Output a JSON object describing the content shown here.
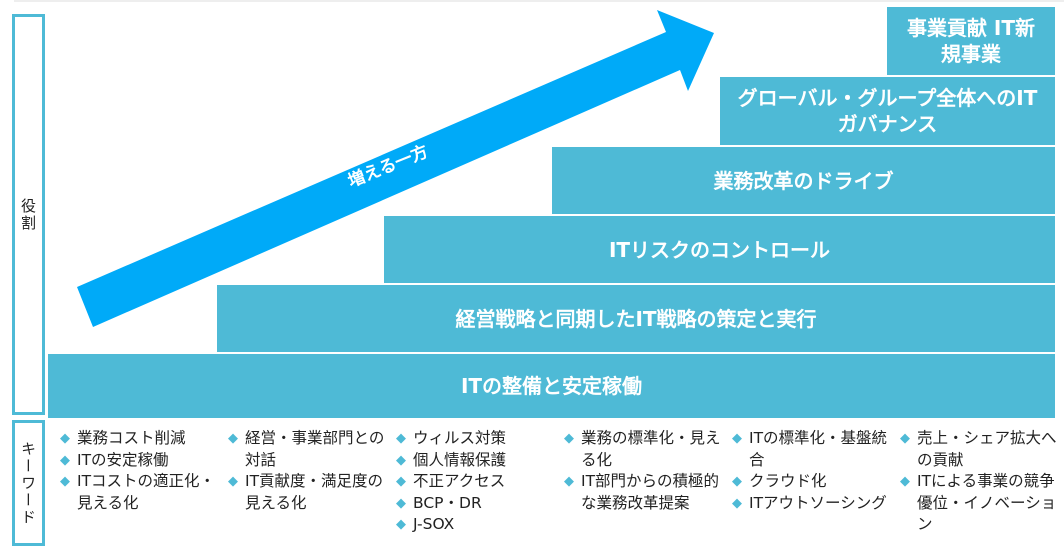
{
  "labels": {
    "role": "役割",
    "keyword": "キーワード"
  },
  "arrow": {
    "label": "増える一方",
    "color": "#00aaf8"
  },
  "accent": "#4ebad6",
  "steps": [
    {
      "label": "ITの整備と安定稼働"
    },
    {
      "label": "経営戦略と同期したIT戦略の策定と実行"
    },
    {
      "label": "ITリスクのコントロール"
    },
    {
      "label": "業務改革のドライブ"
    },
    {
      "label": "グローバル・グループ全体へのITガバナンス"
    },
    {
      "label": "事業貢献 IT新規事業"
    }
  ],
  "keywords": [
    [
      "業務コスト削減",
      "ITの安定稼働",
      "ITコストの適正化・見える化"
    ],
    [
      "経営・事業部門との対話",
      "IT貢献度・満足度の見える化"
    ],
    [
      "ウィルス対策",
      "個人情報保護",
      "不正アクセス",
      "BCP・DR",
      "J-SOX"
    ],
    [
      "業務の標準化・見える化",
      "IT部門からの積極的な業務改革提案"
    ],
    [
      "ITの標準化・基盤統合",
      "クラウド化",
      "ITアウトソーシング"
    ],
    [
      "売上・シェア拡大への貢献",
      "ITによる事業の競争優位・イノベーション"
    ]
  ]
}
